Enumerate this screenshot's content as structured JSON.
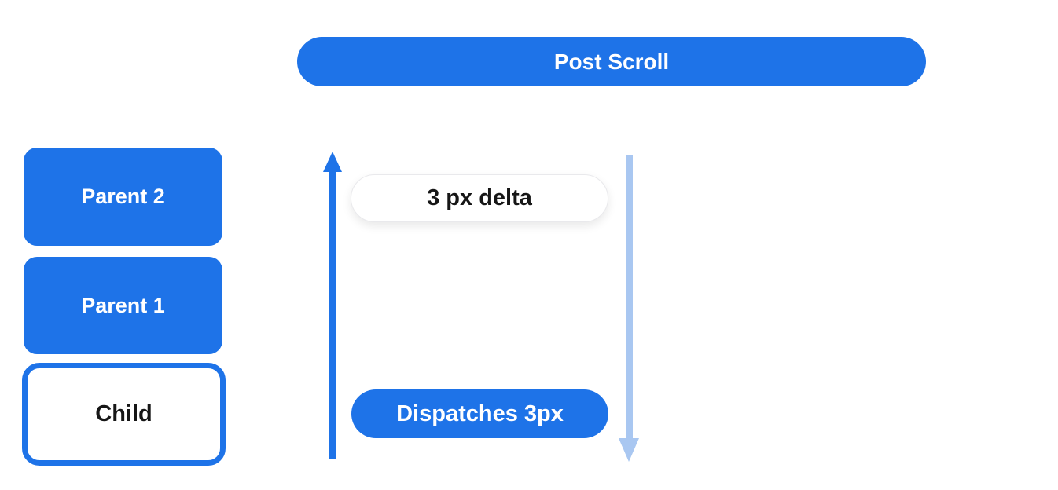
{
  "diagram": {
    "title_pill": "Post Scroll",
    "nodes": [
      {
        "label": "Parent 2",
        "type": "parent"
      },
      {
        "label": "Parent 1",
        "type": "parent"
      },
      {
        "label": "Child",
        "type": "child"
      }
    ],
    "delta_pill_label": "3 px delta",
    "dispatch_pill_label": "Dispatches 3px",
    "icons": [
      {
        "name": "up-arrow-icon",
        "meaning": "scroll delta dispatched upward",
        "color": "#1E73E8"
      },
      {
        "name": "down-arrow-icon",
        "meaning": "notification travels downward",
        "color": "#A9C7F1"
      }
    ],
    "colors": {
      "blue": "#1E73E8",
      "light_blue": "#A9C7F1",
      "text_dark": "#161616",
      "white": "#FFFFFF",
      "pill_border": "#E9E9EC"
    }
  }
}
